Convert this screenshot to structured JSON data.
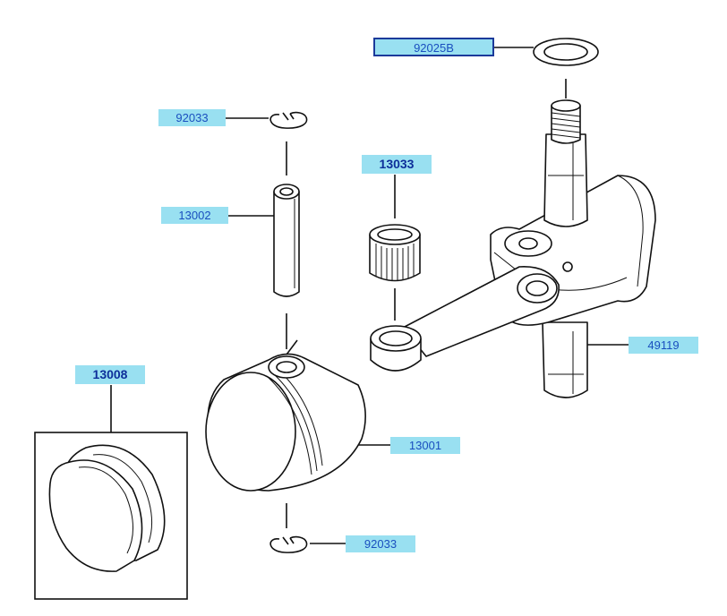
{
  "labels": {
    "thrust_washer": "92025B",
    "circlip_top": "92033",
    "piston_pin": "13002",
    "needle_bearing": "13033",
    "piston_ring_set": "13008",
    "piston": "13001",
    "circlip_bottom": "92033",
    "crankshaft": "49119"
  },
  "colors": {
    "label_bg": "#99e0f1",
    "label_text": "#1a4fbf",
    "line": "#111111"
  }
}
